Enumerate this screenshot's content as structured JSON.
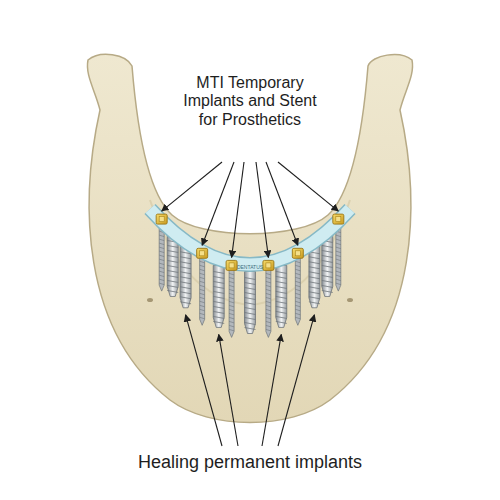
{
  "diagram": {
    "labels": [
      "MTI Temporary Implants and Stent for Prosthetics",
      "DENTATUS",
      "Healing permanent implants"
    ]
  }
}
